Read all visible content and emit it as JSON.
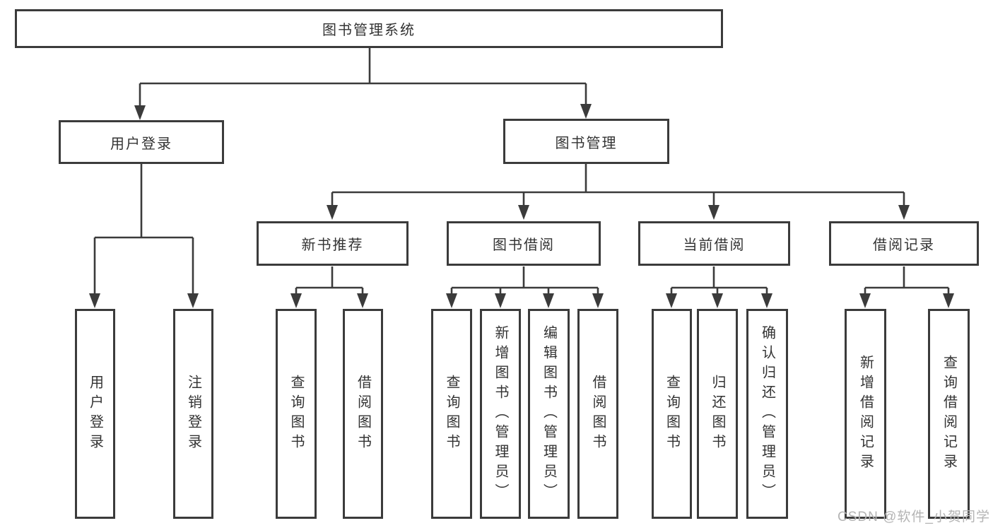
{
  "root": {
    "label": "图书管理系统"
  },
  "branches": {
    "user_login": {
      "label": "用户登录",
      "children": [
        {
          "label": "用户登录"
        },
        {
          "label": "注销登录"
        }
      ]
    },
    "book_management": {
      "label": "图书管理",
      "modules": [
        {
          "label": "新书推荐",
          "children": [
            {
              "label": "查询图书"
            },
            {
              "label": "借阅图书"
            }
          ]
        },
        {
          "label": "图书借阅",
          "children": [
            {
              "label": "查询图书"
            },
            {
              "label": "新增图书（管理员）"
            },
            {
              "label": "编辑图书（管理员）"
            },
            {
              "label": "借阅图书"
            }
          ]
        },
        {
          "label": "当前借阅",
          "children": [
            {
              "label": "查询图书"
            },
            {
              "label": "归还图书"
            },
            {
              "label": "确认归还（管理员）"
            }
          ]
        },
        {
          "label": "借阅记录",
          "children": [
            {
              "label": "新增借阅记录"
            },
            {
              "label": "查询借阅记录"
            }
          ]
        }
      ]
    }
  },
  "watermark": {
    "text": "CSDN @软件_小贺同学"
  },
  "colors": {
    "line": "#3b3b3b",
    "text": "#333333",
    "watermark": "#b4b4b4",
    "background": "#ffffff"
  }
}
